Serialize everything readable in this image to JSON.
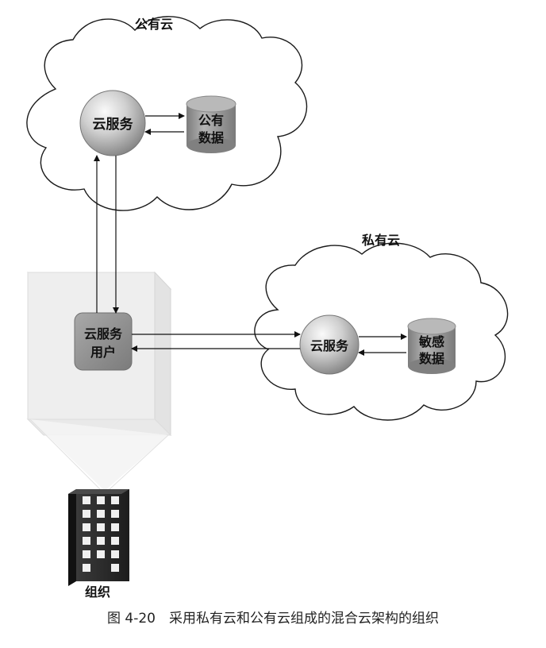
{
  "clouds": {
    "public": {
      "title": "公有云",
      "service": "云服务",
      "db_line1": "公有",
      "db_line2": "数据"
    },
    "private": {
      "title": "私有云",
      "service": "云服务",
      "db_line1": "敏感",
      "db_line2": "数据"
    }
  },
  "user_box": {
    "line1": "云服务",
    "line2": "用户"
  },
  "building": {
    "label": "组织"
  },
  "caption": {
    "text": "图 4-20　采用私有云和公有云组成的混合云架构的组织"
  },
  "colors": {
    "sphere_light": "#e9e9e9",
    "sphere_dark": "#8a8a8a",
    "cylinder": "#9b9b9b",
    "user_box": "#8f8f8f",
    "building": "#2f2f2f",
    "window": "#f0f0f0"
  }
}
